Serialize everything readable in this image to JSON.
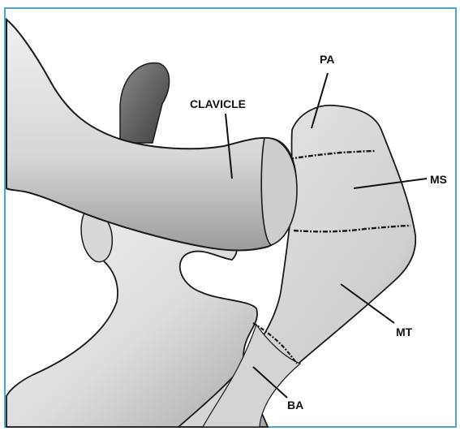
{
  "labels": {
    "clavicle": "CLAVICLE",
    "pa": "PA",
    "ms": "MS",
    "mt": "MT",
    "ba": "BA"
  },
  "colors": {
    "frame": "#4aa6d8",
    "bone_fill": "#e4e4e4",
    "bone_shade": "#a9a9a9",
    "outline": "#1a1a1a"
  }
}
